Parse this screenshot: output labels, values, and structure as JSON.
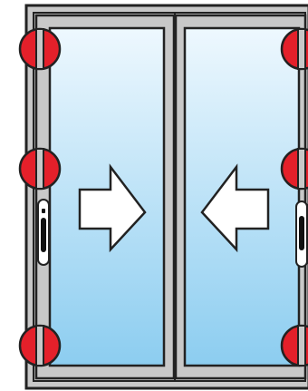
{
  "diagram": {
    "subject": "sliding-door-two-panels",
    "colors": {
      "frame_fill": "#c8c8c8",
      "frame_stroke": "#222222",
      "glass_top": "#eef8fe",
      "glass_bottom": "#8ccdf0",
      "hinge_fill": "#e4202a",
      "hinge_stroke": "#222222",
      "arrow_fill": "#ffffff",
      "arrow_stroke": "#222222",
      "handle_fill": "#ffffff",
      "handle_slot": "#111111"
    },
    "panels": [
      {
        "name": "left-panel",
        "arrow_direction": "right",
        "handle_side": "left"
      },
      {
        "name": "right-panel",
        "arrow_direction": "left",
        "handle_side": "right"
      }
    ],
    "hinges": [
      {
        "name": "hinge-left-top",
        "side": "left",
        "level": "top"
      },
      {
        "name": "hinge-left-middle",
        "side": "left",
        "level": "middle"
      },
      {
        "name": "hinge-left-bottom",
        "side": "left",
        "level": "bottom"
      },
      {
        "name": "hinge-right-top",
        "side": "right",
        "level": "top"
      },
      {
        "name": "hinge-right-middle",
        "side": "right",
        "level": "middle"
      },
      {
        "name": "hinge-right-bottom",
        "side": "right",
        "level": "bottom"
      }
    ]
  }
}
